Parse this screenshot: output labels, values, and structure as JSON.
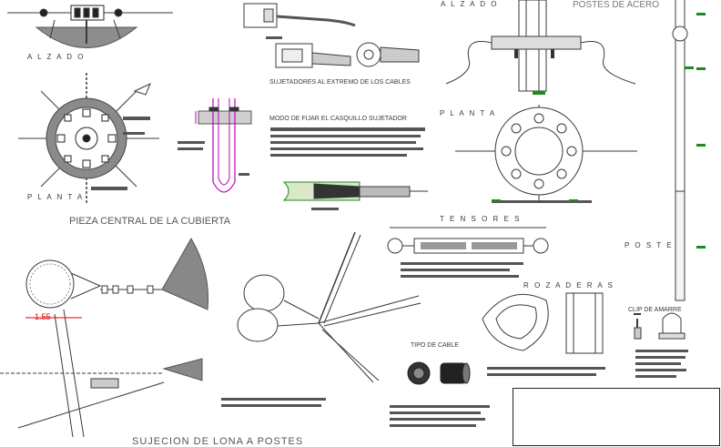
{
  "labels": {
    "alzado_left": "A L Z A D O",
    "planta_left": "P L A N T A",
    "pieza_central": "PIEZA CENTRAL DE LA CUBIERTA",
    "sujetadores": "SUJETADORES AL EXTREMO DE LOS CABLES",
    "modo_fijar": "MODO DE FIJAR EL CASQUILLO SUJETADOR",
    "alzado_right": "A L Z A D O",
    "postes_acero": "POSTES DE ACERO",
    "planta_right": "P L A N T A",
    "tensores": "T E N S O R E S",
    "poste": "P O S T E",
    "rozaderas": "R O Z A D E R A S",
    "clip_amarre": "CLIP DE AMARRE",
    "tipo_cable": "TIPO DE CABLE",
    "sujecion": "SUJECION  DE  LONA  A  POSTES",
    "dimension": "1.55"
  },
  "colors": {
    "line": "#3a3a3a",
    "dark_fill": "#8a8a8a",
    "green_marker": "#1e8a1e",
    "magenta": "#c000c0",
    "red_dimension": "#e00000"
  }
}
